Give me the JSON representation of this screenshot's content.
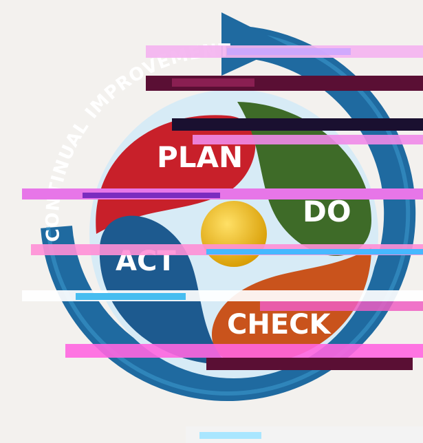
{
  "diagram": {
    "ring_label": "CONTINUAL IMPROVEMENT",
    "petals": [
      {
        "key": "plan",
        "label": "PLAN",
        "color": "#c8202a"
      },
      {
        "key": "do",
        "label": "DO",
        "color": "#3e6b28"
      },
      {
        "key": "check",
        "label": "CHECK",
        "color": "#c9531c"
      },
      {
        "key": "act",
        "label": "ACT",
        "color": "#1d5a8f"
      }
    ],
    "center_color": "#e7b213",
    "ring_color": "#1f6aa0",
    "ring_light_color": "#3d9ad0",
    "background_color": "#f3f1ee"
  }
}
